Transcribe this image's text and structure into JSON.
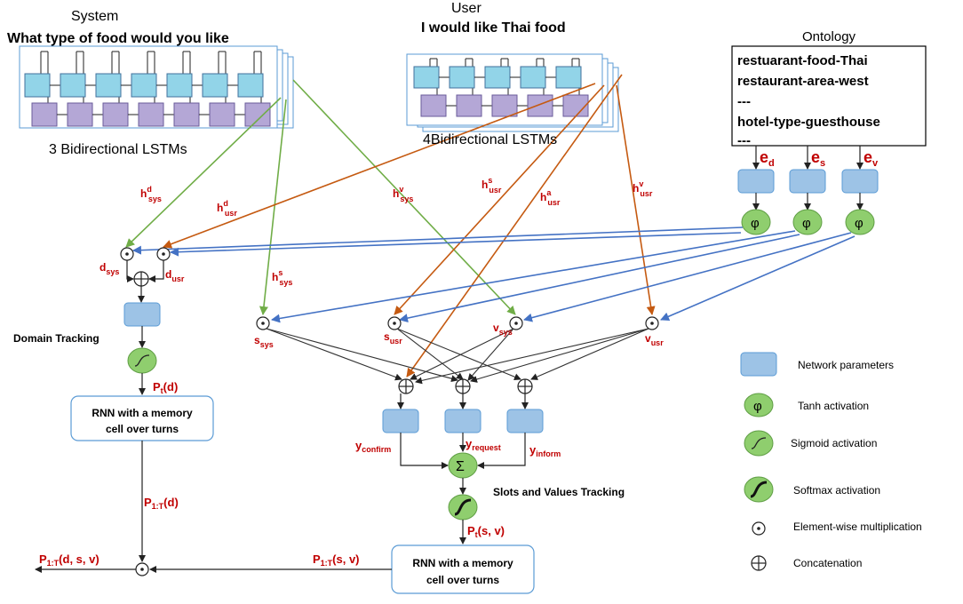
{
  "system": {
    "title": "System",
    "utterance": "What type of food would you like",
    "lstm_label": "3 Bidirectional LSTMs"
  },
  "user": {
    "title": "User",
    "utterance": "I would like Thai food",
    "lstm_label": "4Bidirectional LSTMs"
  },
  "ontology": {
    "title": "Ontology",
    "items": [
      "restuarant-food-Thai",
      "restaurant-area-west",
      "---",
      "hotel-type-guesthouse",
      "---"
    ]
  },
  "embeddings": {
    "ed": {
      "base": "e",
      "sub": "d"
    },
    "es": {
      "base": "e",
      "sub": "s"
    },
    "ev": {
      "base": "e",
      "sub": "v"
    }
  },
  "hidden": {
    "hd_sys": {
      "base": "h",
      "sup": "d",
      "sub": "sys"
    },
    "hd_usr": {
      "base": "h",
      "sup": "d",
      "sub": "usr"
    },
    "hs_sys": {
      "base": "h",
      "sup": "s",
      "sub": "sys"
    },
    "hv_sys": {
      "base": "h",
      "sup": "v",
      "sub": "sys"
    },
    "hs_usr": {
      "base": "h",
      "sup": "s",
      "sub": "usr"
    },
    "ha_usr": {
      "base": "h",
      "sup": "a",
      "sub": "usr"
    },
    "hv_usr": {
      "base": "h",
      "sup": "v",
      "sub": "usr"
    }
  },
  "gates": {
    "d_sys": {
      "base": "d",
      "sub": "sys"
    },
    "d_usr": {
      "base": "d",
      "sub": "usr"
    },
    "s_sys": {
      "base": "s",
      "sub": "sys"
    },
    "s_usr": {
      "base": "s",
      "sub": "usr"
    },
    "v_sys": {
      "base": "v",
      "sub": "sys"
    },
    "v_usr": {
      "base": "v",
      "sub": "usr"
    }
  },
  "outputs": {
    "y_confirm": {
      "base": "y",
      "sub": "confirm"
    },
    "y_request": {
      "base": "y",
      "sub": "request"
    },
    "y_inform": {
      "base": "y",
      "sub": "inform"
    }
  },
  "domain": {
    "label": "Domain Tracking",
    "pt": {
      "a": "P",
      "sub": "t",
      "b": "(d)"
    },
    "rnn": [
      "RNN with a memory",
      "cell over turns"
    ],
    "p1t": {
      "a": "P",
      "sub": "1:T",
      "b": "(d)"
    }
  },
  "slots": {
    "label": "Slots and Values Tracking",
    "pt": {
      "a": "P",
      "sub": "t",
      "b": "(s, v)"
    },
    "rnn": [
      "RNN with a memory",
      "cell over turns"
    ],
    "p1t": {
      "a": "P",
      "sub": "1:T",
      "b": "(s, v)"
    }
  },
  "final": {
    "a": "P",
    "sub": "1:T",
    "b": "(d, s, v)"
  },
  "symbols": {
    "phi": "φ",
    "sigma": "Σ"
  },
  "legend": [
    {
      "icon": "network-parameter-icon",
      "label": "Network parameters"
    },
    {
      "icon": "tanh-icon",
      "label": "Tanh activation"
    },
    {
      "icon": "sigmoid-icon",
      "label": "Sigmoid activation"
    },
    {
      "icon": "softmax-icon",
      "label": "Softmax activation"
    },
    {
      "icon": "elementwise-mult-icon",
      "label": "Element-wise multiplication"
    },
    {
      "icon": "concat-icon",
      "label": "Concatenation"
    }
  ],
  "colors": {
    "cyan_cell": "#92d4e8",
    "purple_cell": "#b4a7d6",
    "param_box": "#9dc3e6",
    "green_node": "#8fce6e",
    "arrow_green": "#70ad47",
    "arrow_orange": "#c55a11",
    "arrow_blue": "#4472c4",
    "label_red": "#c00000"
  }
}
